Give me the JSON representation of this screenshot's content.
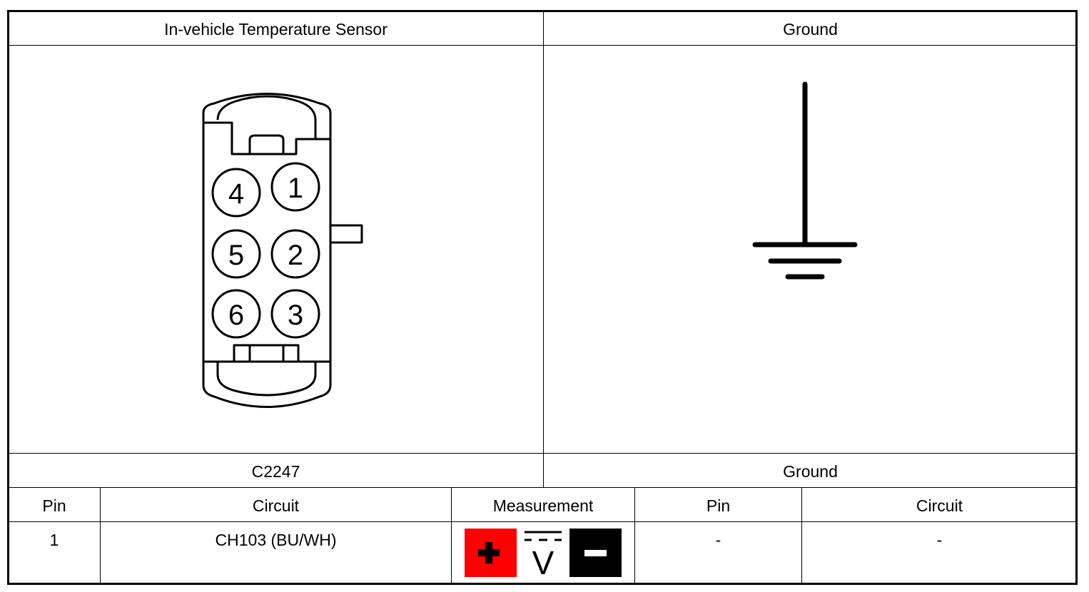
{
  "header": {
    "left_title": "In-vehicle Temperature Sensor",
    "right_title": "Ground"
  },
  "connector": {
    "id": "C2247",
    "pins": [
      "1",
      "2",
      "3",
      "4",
      "5",
      "6"
    ]
  },
  "ground": {
    "label": "Ground"
  },
  "table": {
    "columns": [
      "Pin",
      "Circuit",
      "Measurement",
      "Pin",
      "Circuit"
    ],
    "rows": [
      {
        "pin": "1",
        "circuit": "CH103 (BU/WH)",
        "ground_pin": "-",
        "ground_circuit": "-"
      }
    ]
  },
  "measurement": {
    "plus_symbol": "+",
    "minus_symbol": "−",
    "volt_symbol": "V",
    "plus_color": "#ff0000",
    "minus_color": "#000000"
  }
}
